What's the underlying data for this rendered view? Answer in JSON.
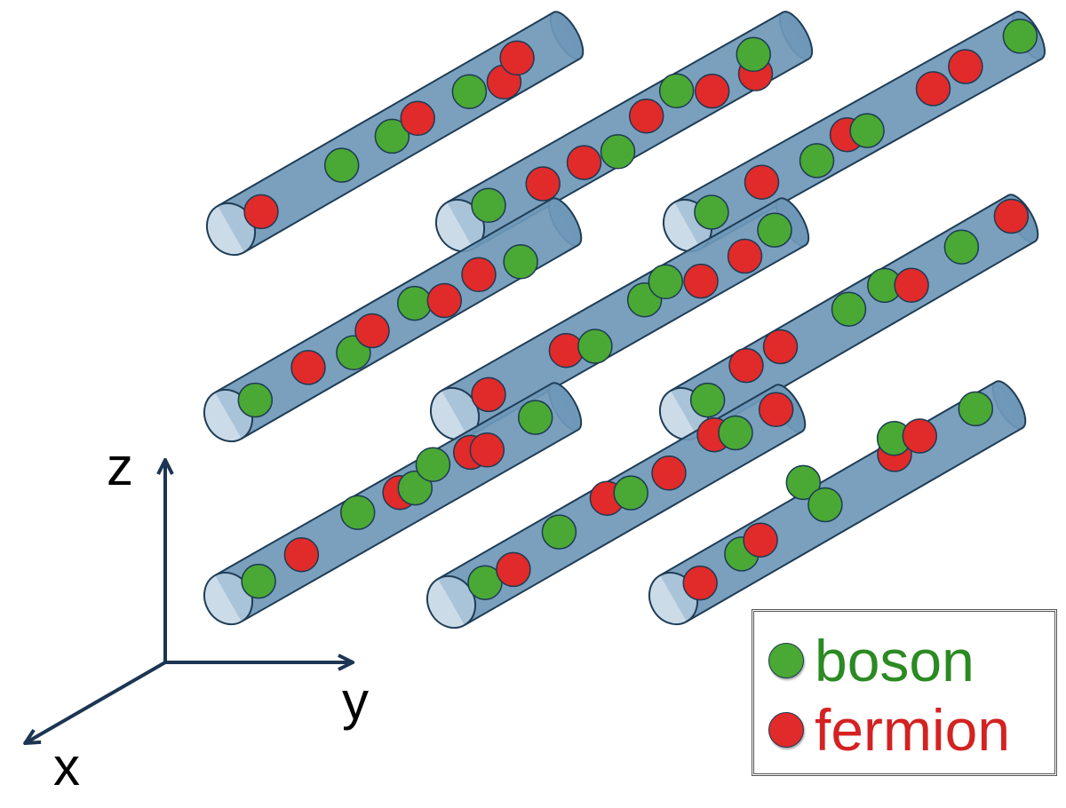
{
  "colors": {
    "tube_fill": "#6f98b8",
    "tube_stroke": "#1f3d56",
    "tube_cap": "#b9cfe0",
    "boson": "#4aa834",
    "fermion": "#e12a2a",
    "boson_text": "#2b8a22",
    "fermion_text": "#d42222",
    "axis": "#1c3553"
  },
  "axes": {
    "x": "x",
    "y": "y",
    "z": "z"
  },
  "legend": {
    "boson_label": "boson",
    "fermion_label": "fermion"
  },
  "tubes": [
    {
      "id": "tube-back-left",
      "particles": [
        "fermion",
        "boson",
        "boson",
        "fermion",
        "boson",
        "fermion",
        "fermion"
      ]
    },
    {
      "id": "tube-back-mid",
      "particles": [
        "boson",
        "fermion",
        "fermion",
        "boson",
        "fermion",
        "boson",
        "fermion",
        "fermion",
        "boson"
      ]
    },
    {
      "id": "tube-back-right",
      "particles": [
        "boson",
        "fermion",
        "boson",
        "fermion",
        "boson",
        "fermion",
        "fermion",
        "boson"
      ]
    },
    {
      "id": "tube-mid-left",
      "particles": [
        "boson",
        "fermion",
        "boson",
        "fermion",
        "boson",
        "fermion",
        "fermion",
        "boson"
      ]
    },
    {
      "id": "tube-mid-mid",
      "particles": [
        "fermion",
        "fermion",
        "boson",
        "boson",
        "boson",
        "fermion",
        "fermion",
        "boson"
      ]
    },
    {
      "id": "tube-mid-right",
      "particles": [
        "boson",
        "fermion",
        "fermion",
        "boson",
        "boson",
        "fermion",
        "boson",
        "fermion"
      ]
    },
    {
      "id": "tube-front-left",
      "particles": [
        "boson",
        "fermion",
        "boson",
        "fermion",
        "boson",
        "boson",
        "fermion",
        "fermion",
        "boson"
      ]
    },
    {
      "id": "tube-front-mid",
      "particles": [
        "boson",
        "fermion",
        "boson",
        "fermion",
        "boson",
        "fermion",
        "fermion",
        "boson",
        "fermion"
      ]
    },
    {
      "id": "tube-front-right",
      "particles": [
        "fermion",
        "boson",
        "fermion",
        "boson",
        "boson",
        "fermion",
        "boson",
        "fermion",
        "boson"
      ]
    }
  ]
}
